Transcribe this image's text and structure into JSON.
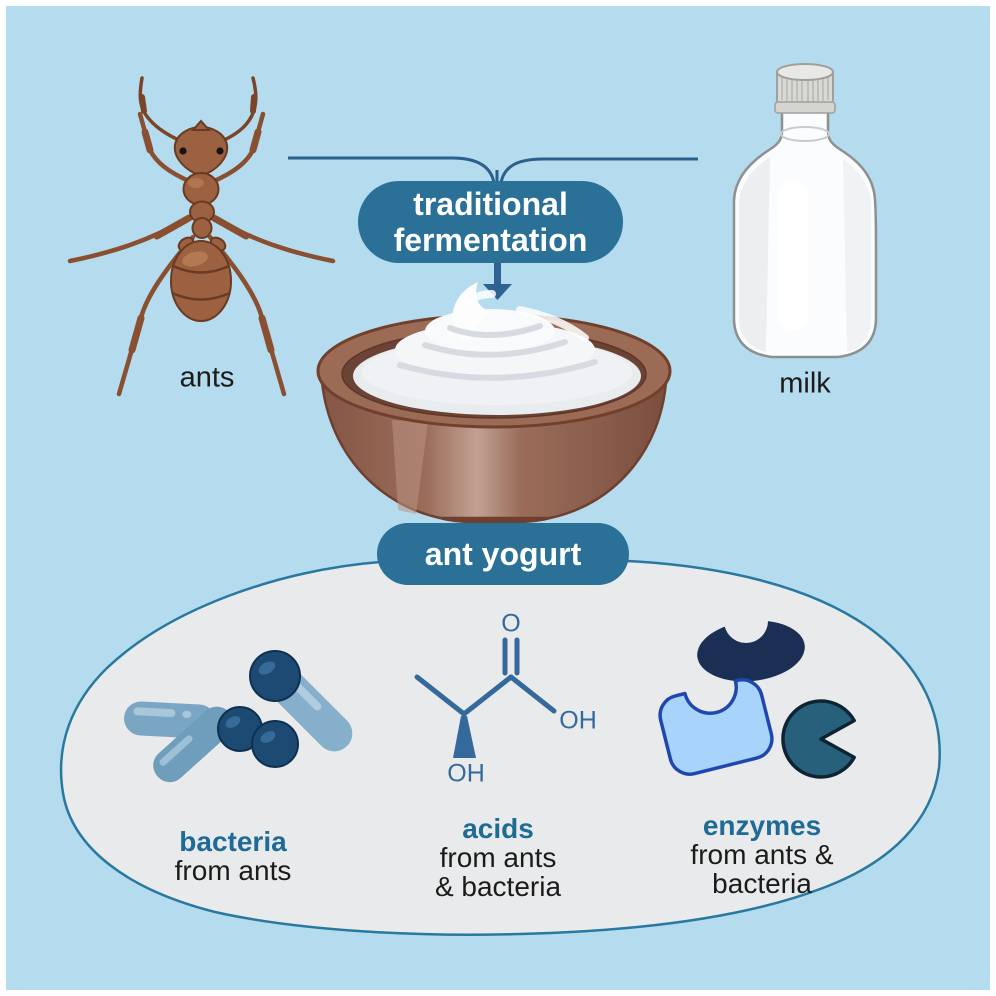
{
  "figure": {
    "inputs": {
      "ant_label": "ants",
      "milk_label": "milk"
    },
    "process_badge": {
      "line1": "traditional",
      "line2": "fermentation"
    },
    "product_badge": {
      "label": "ant yogurt"
    },
    "molecule": {
      "name": "lactic-acid-structure",
      "oxygen": "O",
      "hydroxyl_right": "OH",
      "hydroxyl_bottom": "OH"
    },
    "components": [
      {
        "title": "bacteria",
        "line1": "from ants"
      },
      {
        "title": "acids",
        "line1": "from ants",
        "line2": "& bacteria"
      },
      {
        "title": "enzymes",
        "line1": "from ants &",
        "line2": "bacteria"
      }
    ],
    "colors": {
      "background": "#b4dcee",
      "frame": "#ffffff",
      "badge_teal": "#2a7097",
      "connector_navy": "#2b5f8c",
      "arrow_blue": "#2e6292",
      "blob_fill": "#e9eaeb",
      "blob_stroke": "#2878a0",
      "title_teal": "#1e6b96",
      "text_black": "#1b1b1b",
      "molecule_blue": "#34699c",
      "ant_brown": "#9c6140",
      "bowl_brown": "#9b6b56",
      "bacteria_navy": "#1d4a72",
      "capsule_blue": "#7aa6c4",
      "enzyme_navy": "#1b2f55",
      "enzyme_lightblue": "#a8d4fc",
      "enzyme_teal": "#27607b"
    }
  }
}
